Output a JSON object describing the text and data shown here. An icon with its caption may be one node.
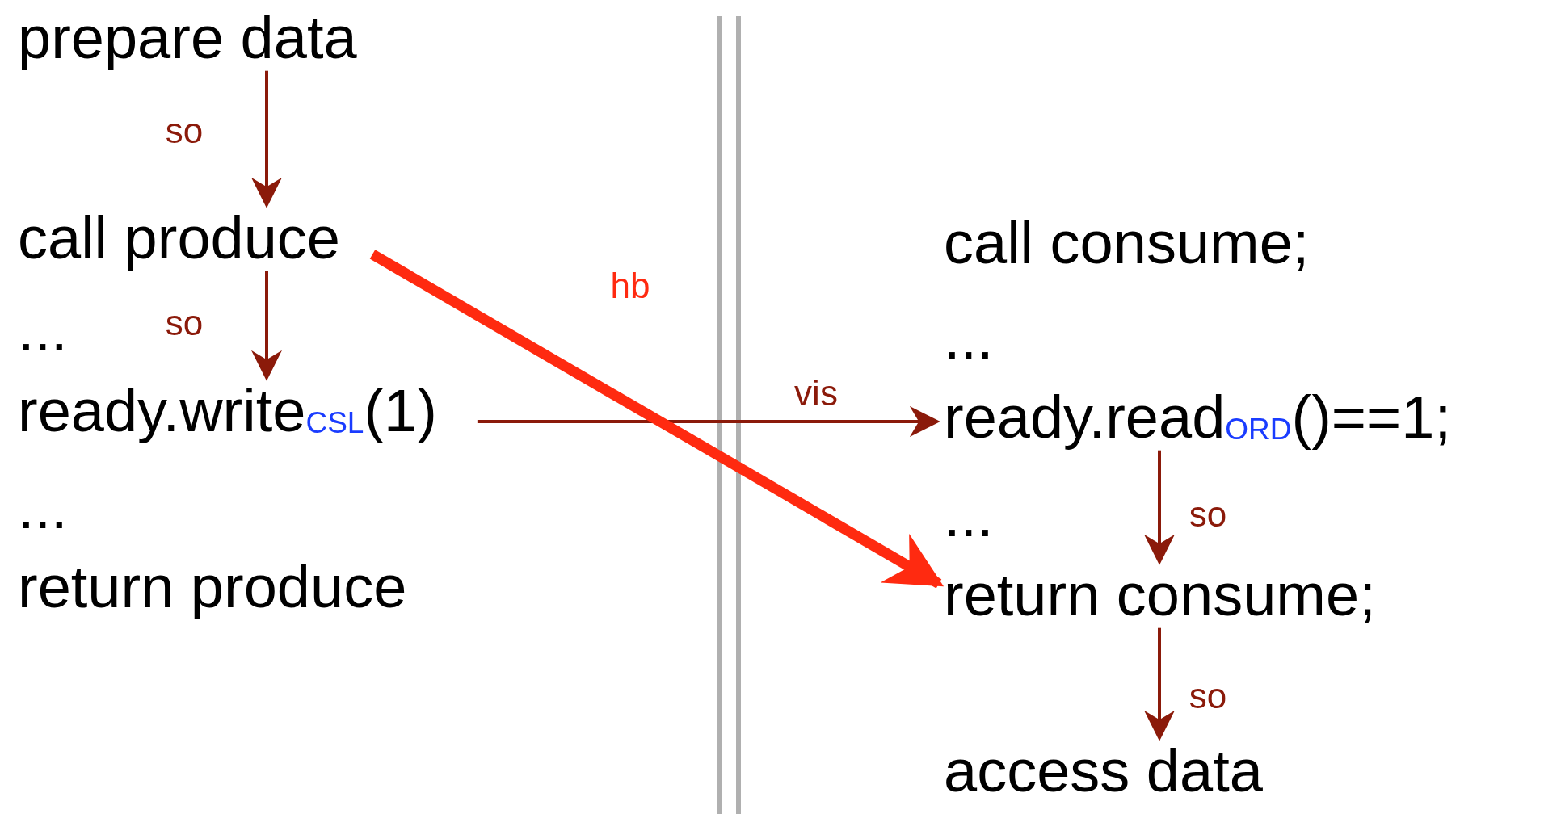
{
  "diagram": {
    "nodes": [
      {
        "text": [
          "prepare data"
        ]
      },
      {
        "text": [
          "call produce"
        ]
      },
      {
        "text": [
          "ready.write$_{CSL}$(1)"
        ]
      },
      {
        "text": [
          "return produce"
        ]
      },
      {
        "text": [
          "call consume;"
        ]
      },
      {
        "text": [
          "ready.read$_{ORD}$()==1;"
        ]
      },
      {
        "text": [
          "return consume;"
        ]
      },
      {
        "text": [
          "access data"
        ]
      }
    ],
    "edges": [
      {
        "from": 0,
        "to": 1,
        "arrow": "to",
        "label": "so",
        "color": "#8b1a0a"
      },
      {
        "from": 1,
        "to": 2,
        "arrow": "to",
        "label": "so",
        "color": "#8b1a0a"
      },
      {
        "from": 2,
        "to": 5,
        "arrow": "to",
        "label": "vis",
        "color": "#8b1a0a"
      },
      {
        "from": 1,
        "to": 6,
        "arrow": "to",
        "label": "hb",
        "style": "thick",
        "color": "#ff2a10"
      },
      {
        "from": 5,
        "to": 6,
        "arrow": "to",
        "label": "so",
        "color": "#8b1a0a"
      },
      {
        "from": 6,
        "to": 7,
        "arrow": "to",
        "label": "so",
        "color": "#8b1a0a"
      }
    ],
    "labels": [
      "...",
      "...",
      "...",
      "..."
    ]
  }
}
